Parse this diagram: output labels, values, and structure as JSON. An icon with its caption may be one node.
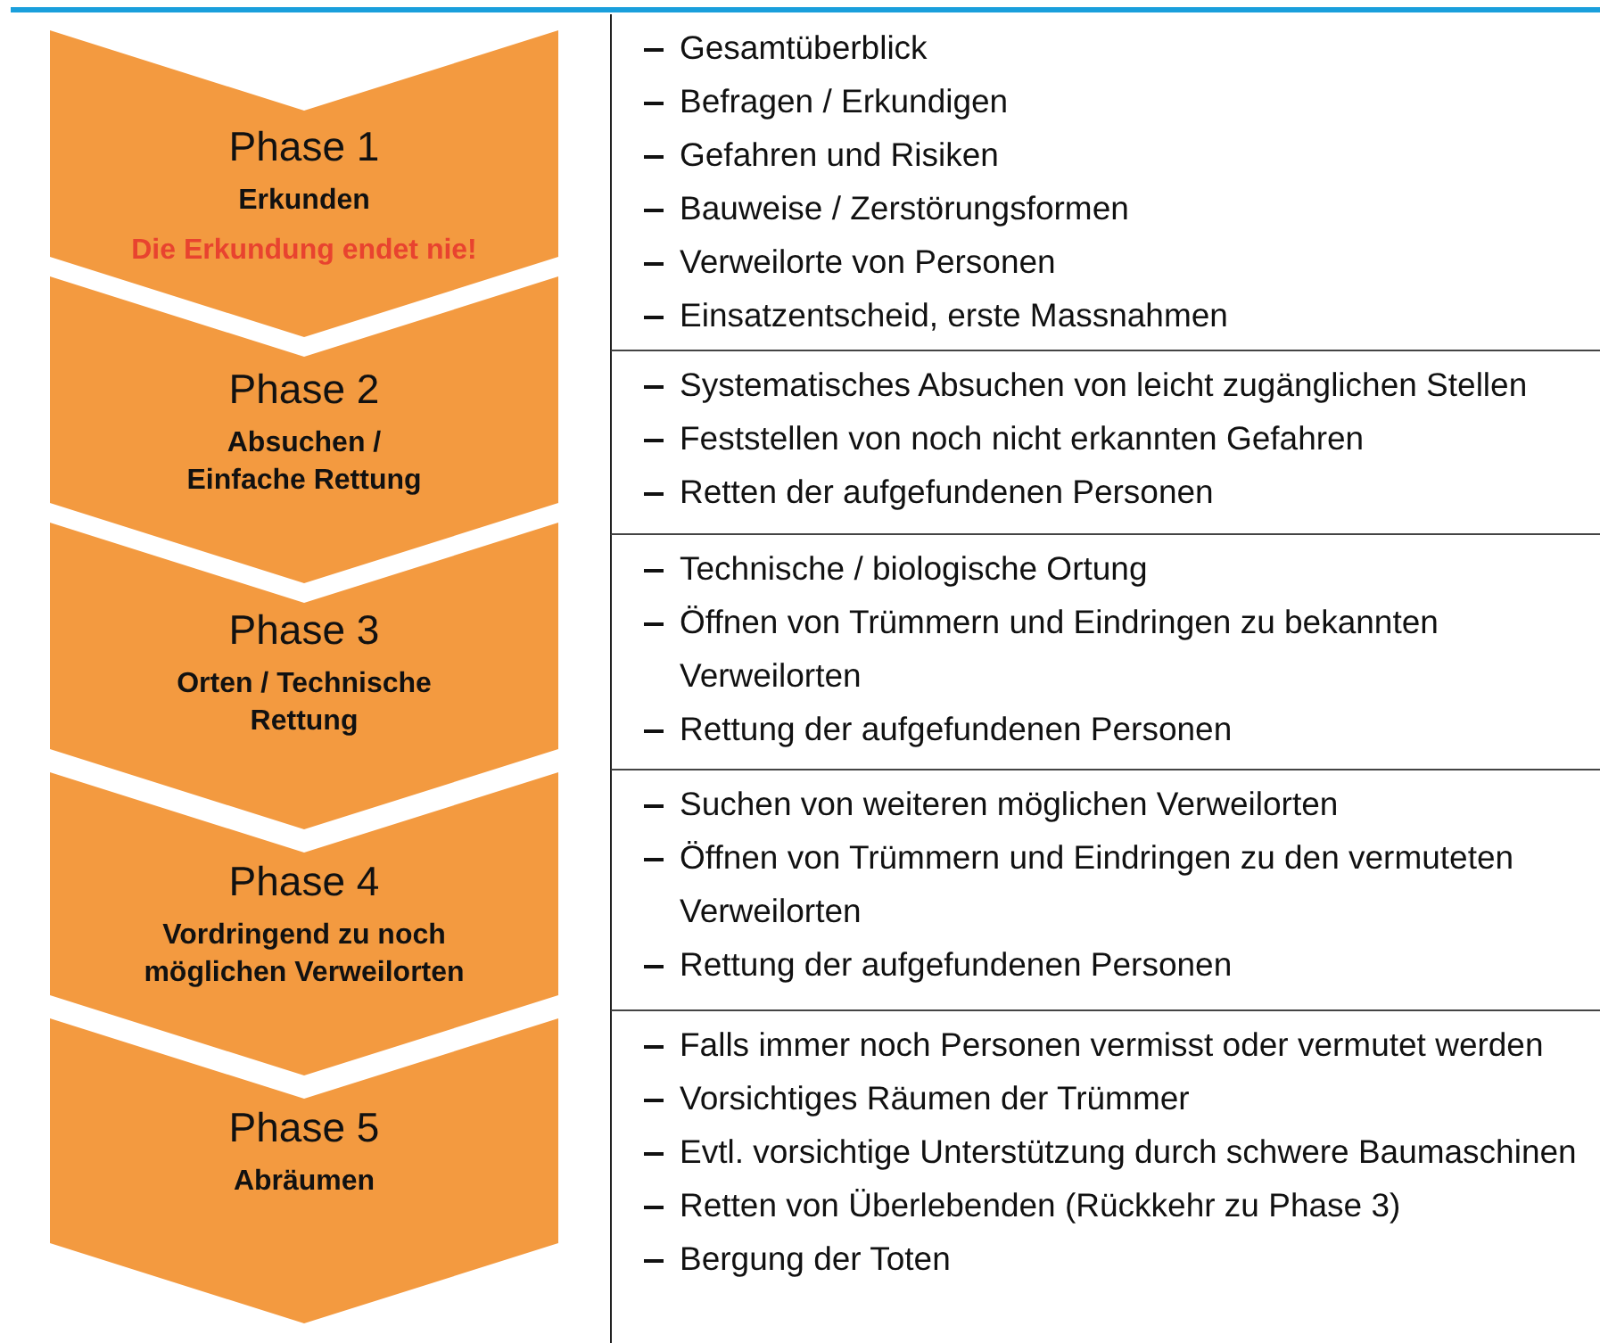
{
  "diagram": {
    "nodes": [
      {
        "text": [
          "Phase 1",
          "Erkunden",
          "Die Erkundung endet nie!"
        ]
      },
      {
        "text": [
          "Phase 2",
          "Absuchen / Einfache Rettung"
        ]
      },
      {
        "text": [
          "Phase 3",
          "Orten / Technische Rettung"
        ]
      },
      {
        "text": [
          "Phase 4",
          "Vordringend zu noch möglichen Verweilorten"
        ]
      },
      {
        "text": [
          "Phase 5",
          "Abräumen"
        ]
      },
      {
        "text": [
          "Gesamtüberblick",
          "Befragen / Erkundigen",
          "Gefahren und Risiken",
          "Bauweise / Zerstörungsformen",
          "Verweilorte von Personen",
          "Einsatzentscheid, erste Massnahmen"
        ]
      },
      {
        "text": [
          "Systematisches Absuchen von leicht zugänglichen Stellen",
          "Feststellen von noch nicht erkannten Gefahren",
          "Retten der aufgefundenen Personen"
        ]
      },
      {
        "text": [
          "Technische / biologische Ortung",
          "Öffnen von Trümmern und Eindringen zu bekannten Verweilorten",
          "Rettung der aufgefundenen Personen"
        ]
      },
      {
        "text": [
          "Suchen von weiteren möglichen Verweilorten",
          "Öffnen von Trümmern und Eindringen zu den vermuteten Verweilorten",
          "Rettung der aufgefundenen Personen"
        ]
      },
      {
        "text": [
          "Falls immer noch Personen vermisst oder vermutet werden",
          "Vorsichtiges Räumen der Trümmer",
          "Evtl. vorsichtige Unterstützung durch schwere Baumaschinen",
          "Retten von Überlebenden (Rückkehr zu Phase 3)",
          "Bergung der Toten"
        ]
      }
    ]
  }
}
